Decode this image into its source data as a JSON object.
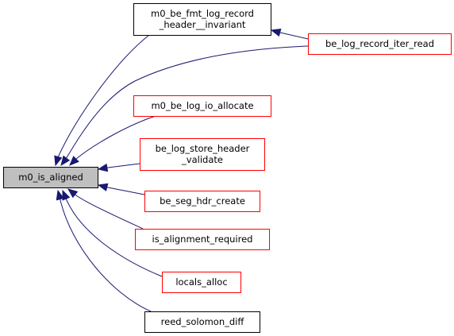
{
  "graph": {
    "root": {
      "id": "m0_is_aligned",
      "lines": [
        "m0_is_aligned"
      ]
    },
    "nodes": [
      {
        "id": "fmt_header",
        "lines": [
          "m0_be_fmt_log_record",
          "_header__invariant"
        ]
      },
      {
        "id": "iter_read",
        "lines": [
          "be_log_record_iter_read"
        ]
      },
      {
        "id": "io_allocate",
        "lines": [
          "m0_be_log_io_allocate"
        ]
      },
      {
        "id": "store_header",
        "lines": [
          "be_log_store_header",
          "_validate"
        ]
      },
      {
        "id": "seg_hdr",
        "lines": [
          "be_seg_hdr_create"
        ]
      },
      {
        "id": "alignment_required",
        "lines": [
          "is_alignment_required"
        ]
      },
      {
        "id": "locals_alloc",
        "lines": [
          "locals_alloc"
        ]
      },
      {
        "id": "reed_solomon",
        "lines": [
          "reed_solomon_diff"
        ]
      }
    ],
    "edges": [
      [
        "fmt_header",
        "m0_is_aligned"
      ],
      [
        "iter_read",
        "m0_is_aligned"
      ],
      [
        "iter_read",
        "fmt_header"
      ],
      [
        "io_allocate",
        "m0_is_aligned"
      ],
      [
        "store_header",
        "m0_is_aligned"
      ],
      [
        "seg_hdr",
        "m0_is_aligned"
      ],
      [
        "alignment_required",
        "m0_is_aligned"
      ],
      [
        "locals_alloc",
        "m0_is_aligned"
      ],
      [
        "reed_solomon",
        "m0_is_aligned"
      ]
    ],
    "colors": {
      "root_fill": "#bfbfbf",
      "root_border": "#000000",
      "node_fill": "#ffffff",
      "red_border": "#ff0000",
      "black_border": "#000000",
      "edge": "#191970"
    },
    "border_style": {
      "fmt_header": "black",
      "iter_read": "red",
      "io_allocate": "red",
      "store_header": "red",
      "seg_hdr": "red",
      "alignment_required": "red",
      "locals_alloc": "red",
      "reed_solomon": "black"
    }
  }
}
